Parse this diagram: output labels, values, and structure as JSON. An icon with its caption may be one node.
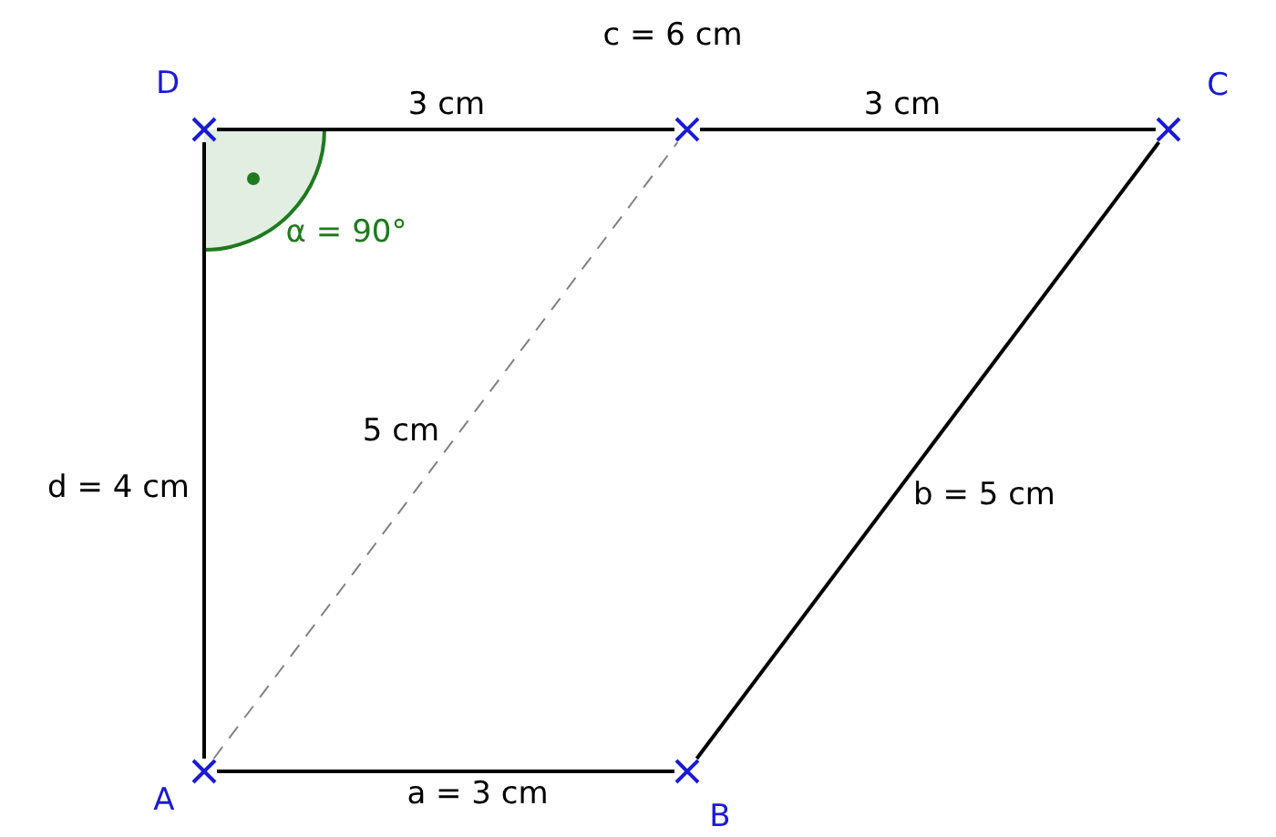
{
  "diagram": {
    "nodes": [
      {
        "text": [
          "D"
        ]
      },
      {
        "text": [],
        "shape": "cross"
      },
      {
        "text": [
          "C"
        ]
      },
      {
        "text": [
          "A"
        ]
      },
      {
        "text": [
          "B"
        ]
      }
    ],
    "edges": [
      {
        "from": 0,
        "to": 1,
        "arrow": "none",
        "label": "3 cm"
      },
      {
        "from": 1,
        "to": 2,
        "arrow": "none",
        "label": "3 cm"
      },
      {
        "from": 2,
        "to": 4,
        "arrow": "none",
        "label": "b = 5 cm"
      },
      {
        "from": 4,
        "to": 3,
        "arrow": "none",
        "label": "a = 3 cm"
      },
      {
        "from": 3,
        "to": 0,
        "arrow": "none",
        "label": "d = 4 cm"
      },
      {
        "from": 3,
        "to": 1,
        "arrow": "none",
        "label": "5 cm",
        "style": "dashed",
        "color": "#808080"
      }
    ],
    "labels": [
      "c = 6 cm",
      "α = 90°"
    ]
  }
}
